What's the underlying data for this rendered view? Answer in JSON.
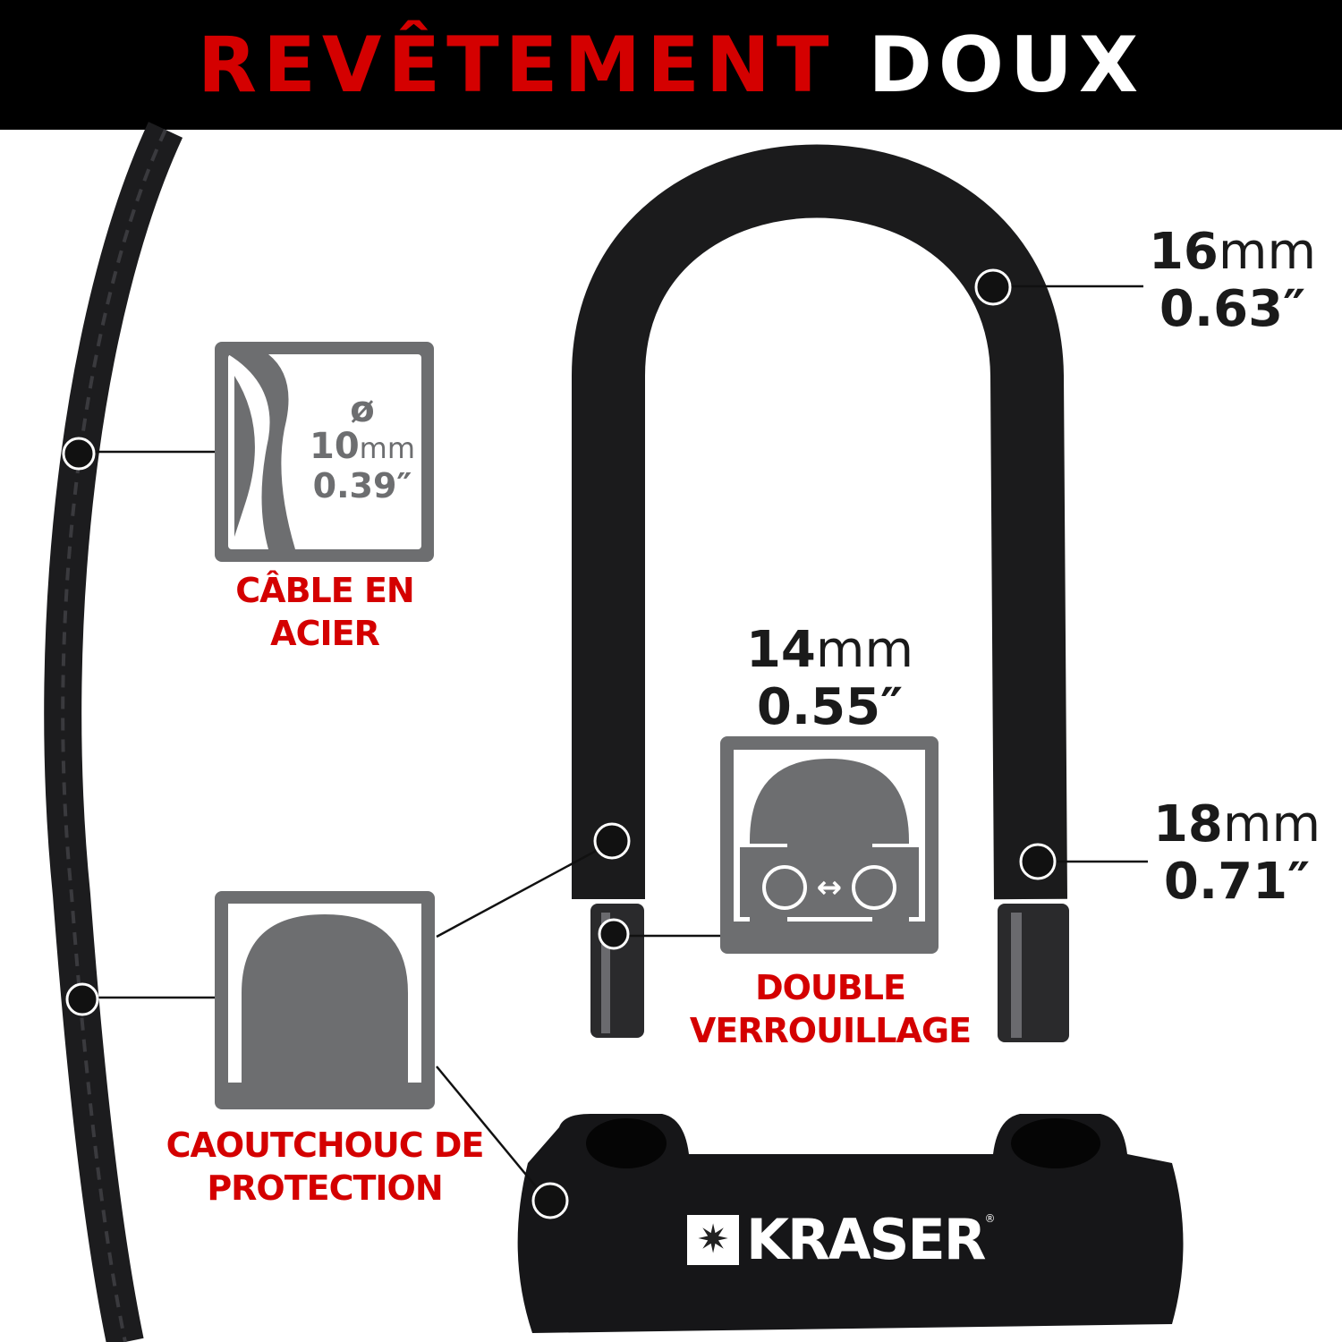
{
  "header": {
    "title_red": "REVÊTEMENT",
    "title_white": "DOUX"
  },
  "dimensions": {
    "shackle_top": {
      "mm": "16",
      "unit": "mm",
      "inch": "0.63″"
    },
    "crossbar": {
      "mm": "14",
      "unit": "mm",
      "inch": "0.55″"
    },
    "shackle_leg": {
      "mm": "18",
      "unit": "mm",
      "inch": "0.71″"
    }
  },
  "features": {
    "cable": {
      "symbol": "ø",
      "mm": "10",
      "unit": "mm",
      "inch": "0.39″",
      "line1": "CÂBLE EN",
      "line2": "ACIER"
    },
    "double_lock": {
      "line1": "DOUBLE",
      "line2": "VERROUILLAGE",
      "arrow": "↔"
    },
    "rubber": {
      "line1": "CAOUTCHOUC DE",
      "line2": "PROTECTION"
    }
  },
  "brand": {
    "name": "KRASER",
    "reg": "®",
    "mark": "✷"
  },
  "colors": {
    "accent": "#d40000",
    "icon_gray": "#6d6e70",
    "lock_black": "#1a1a1a"
  }
}
